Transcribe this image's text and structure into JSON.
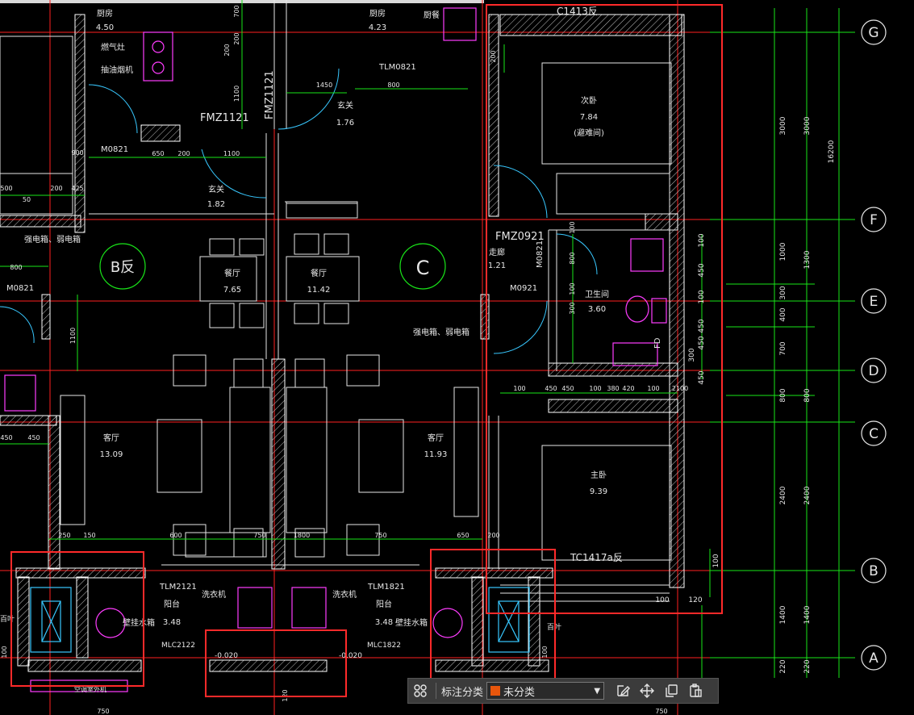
{
  "rooms": [
    {
      "name": "厨房",
      "area": "4.50"
    },
    {
      "name": "厨房",
      "area": "4.23"
    },
    {
      "name": "厨餐",
      "area": ""
    },
    {
      "name": "玄关",
      "area": "1.76"
    },
    {
      "name": "玄关",
      "area": "1.82"
    },
    {
      "name": "次卧",
      "area": "7.84",
      "note": "(避难间)"
    },
    {
      "name": "走廊",
      "area": "1.21"
    },
    {
      "name": "餐厅",
      "area": "7.65"
    },
    {
      "name": "餐厅",
      "area": "11.42"
    },
    {
      "name": "卫生间",
      "area": "3.60"
    },
    {
      "name": "客厅",
      "area": "13.09"
    },
    {
      "name": "客厅",
      "area": "11.93"
    },
    {
      "name": "主卧",
      "area": "9.39"
    },
    {
      "name": "阳台",
      "area": "3.48"
    },
    {
      "name": "阳台",
      "area": "3.48"
    }
  ],
  "labels": {
    "gas_stove": "燃气灶",
    "range_hood": "抽油烟机",
    "weak_electric_left": "强电箱、弱电箱",
    "weak_electric_right": "强电箱、弱电箱",
    "washer_left": "洗衣机",
    "washer_right": "洗衣机",
    "heater_left": "壁挂水箱",
    "heater_right": "壁挂水箱",
    "unit_b": "B反",
    "unit_c": "C",
    "fmz1121": "FMZ1121",
    "fmz1121_v": "FMZ1121",
    "fmz0921": "FMZ0921",
    "tlm0821": "TLM0821",
    "m0821_a": "M0821",
    "m0821_b": "M0821",
    "m0821_c": "M0821",
    "m0921": "M0921",
    "tlm2121": "TLM2121",
    "tlm1821": "TLM1821",
    "mlc2122": "MLC2122",
    "mlc1822": "MLC1822",
    "c1413": "C1413反",
    "tc1417": "TC1417a反",
    "level_left": "-0.020",
    "level_right": "-0.020",
    "shaft_left": "百叶",
    "shaft_right": "百叶",
    "fd": "FD",
    "air_cond": "空调室外机"
  },
  "dims": [
    "700",
    "200",
    "1100",
    "1450",
    "800",
    "650",
    "200",
    "1100",
    "500",
    "200",
    "425",
    "50",
    "900",
    "100",
    "450",
    "450",
    "100",
    "380",
    "420",
    "100",
    "2100",
    "600",
    "750",
    "1800",
    "750",
    "650",
    "150",
    "250",
    "200",
    "100",
    "300",
    "3000",
    "3000",
    "16200",
    "1000",
    "1300",
    "300",
    "400",
    "700",
    "800",
    "800",
    "2400",
    "2400",
    "1400",
    "1400",
    "220",
    "220",
    "120",
    "100",
    "120"
  ],
  "grid_axes": [
    "G",
    "F",
    "E",
    "D",
    "C",
    "B",
    "A"
  ],
  "toolbar": {
    "label": "标注分类",
    "selected": "未分类",
    "swatch_color": "#e8560c"
  },
  "colors": {
    "background": "#000000",
    "wall": "#ffffff",
    "grid": "#ff2020",
    "dimension": "#19e619",
    "furniture": "#e6e6e6",
    "fixture": "#ff3cff",
    "door": "#38c8ff",
    "highlight": "#ff2a2a"
  }
}
